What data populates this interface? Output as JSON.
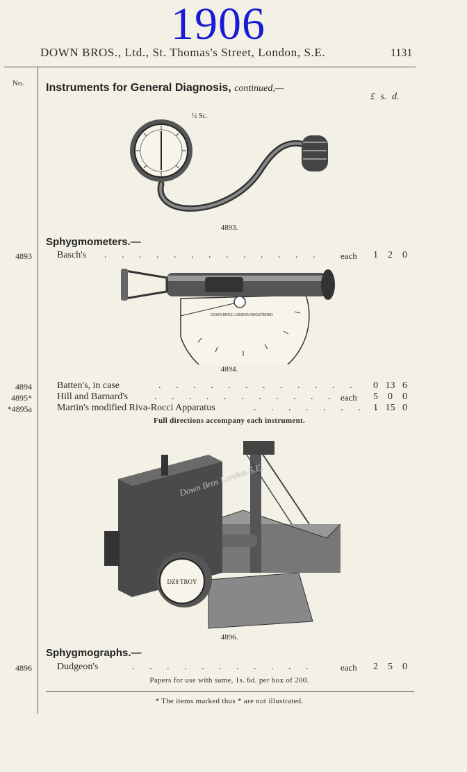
{
  "year": "1906",
  "header": {
    "text": "DOWN BROS., Ltd., St. Thomas's Street, London, S.E.",
    "page": "1131"
  },
  "col_no": "No.",
  "section": {
    "title": "Instruments for General Diagnosis,",
    "cont": "continued,—"
  },
  "money_head": "£  s.  d.",
  "fig1": {
    "label": "4893.",
    "scale": "½ Sc."
  },
  "sphygmometers": {
    "title": "Sphygmometers.—",
    "items": [
      {
        "no": "4893",
        "name": "Basch's",
        "unit": "each",
        "l": "1",
        "s": "2",
        "d": "0"
      }
    ]
  },
  "fig2": {
    "label": "4894.",
    "dial_text": "DOWN BROS. LONDON REGISTERED"
  },
  "items2": [
    {
      "no": "4894",
      "name": "Batten's, in case",
      "unit": "",
      "l": "0",
      "s": "13",
      "d": "6"
    },
    {
      "no": "4895*",
      "name": "Hill and Barnard's",
      "unit": "each",
      "l": "5",
      "s": "0",
      "d": "0"
    },
    {
      "no": "*4895a",
      "name": "Martin's modified Riva-Rocci Apparatus",
      "unit": "",
      "l": "1",
      "s": "15",
      "d": "0"
    }
  ],
  "directions": "Full directions accompany each instrument.",
  "fig3": {
    "label": "4896.",
    "engraving": "Down Bros London S.E.",
    "dial": "DZ8 TROY"
  },
  "sphygmographs": {
    "title": "Sphygmographs.—",
    "items": [
      {
        "no": "4896",
        "name": "Dudgeon's",
        "unit": "each",
        "l": "2",
        "s": "5",
        "d": "0"
      }
    ]
  },
  "papers": "Papers for use with same, 1s. 6d. per box of 200.",
  "footnote": "* The items marked thus * are not illustrated."
}
